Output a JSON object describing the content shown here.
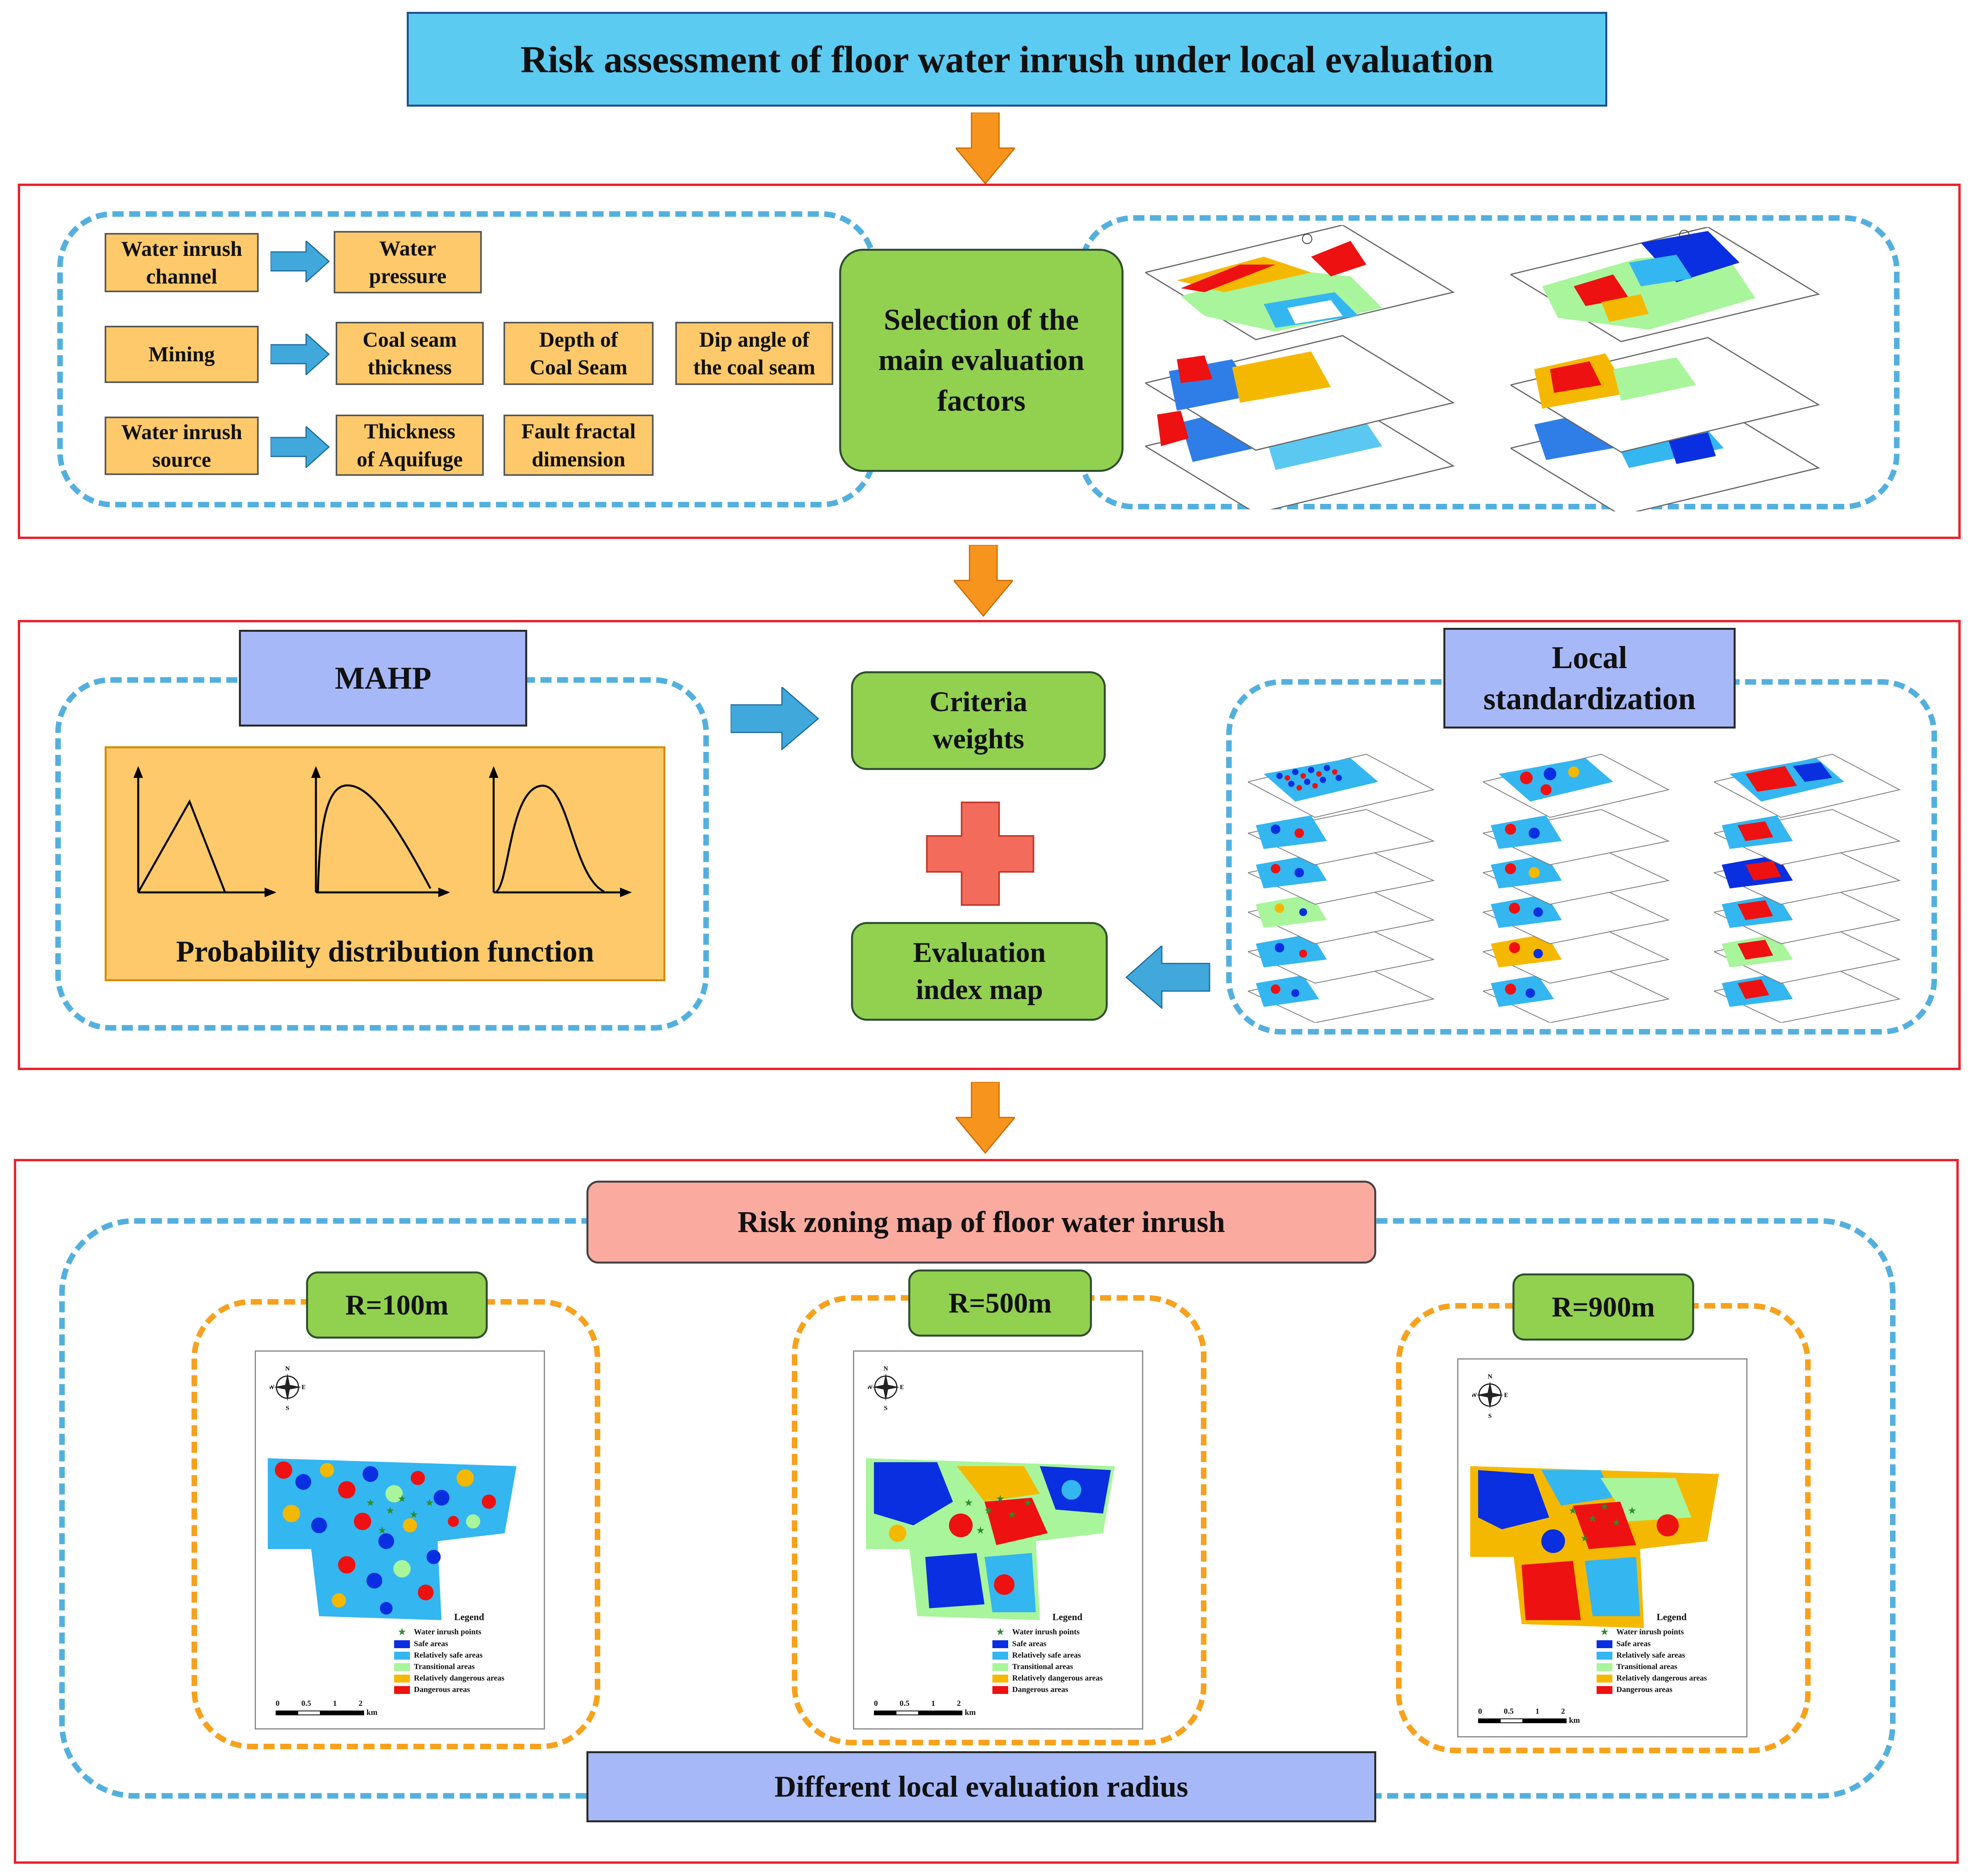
{
  "title": "Risk assessment of floor water inrush under local evaluation",
  "panel1": {
    "categories": [
      "Water inrush\nchannel",
      "Mining",
      "Water inrush\nsource"
    ],
    "factors": {
      "water_pressure": "Water\npressure",
      "coal_seam_thickness": "Coal seam\nthickness",
      "depth": "Depth of\nCoal Seam",
      "dip_angle": "Dip angle of\nthe coal seam",
      "aquifuge": "Thickness\nof Aquifuge",
      "fault": "Fault fractal\ndimension"
    },
    "selection_label": "Selection of the\nmain evaluation\nfactors"
  },
  "panel2": {
    "mahp_label": "MAHP",
    "pdf_caption": "Probability distribution function",
    "criteria_label": "Criteria\nweights",
    "index_map_label": "Evaluation\nindex map",
    "local_std_label": "Local\nstandardization"
  },
  "panel3": {
    "risk_map_label": "Risk zoning map of floor water inrush",
    "radius_label": "Different local evaluation radius",
    "radii": [
      "R=100m",
      "R=500m",
      "R=900m"
    ],
    "legend": {
      "title": "Legend",
      "items": [
        "Water inrush points",
        "Safe areas",
        "Relatively safe areas",
        "Transitional areas",
        "Relatively dangerous areas",
        "Dangerous areas"
      ],
      "colors": [
        "#2e8b2e",
        "#0a2fe0",
        "#34b6f0",
        "#a8f59b",
        "#f5b800",
        "#ee1111"
      ]
    },
    "scale": {
      "ticks": [
        "0",
        "0.5",
        "1",
        "2"
      ],
      "unit": "km"
    },
    "compass": {
      "n": "N",
      "s": "S",
      "e": "E",
      "w": "W"
    }
  },
  "colors": {
    "title_fill": "#5ccbf2",
    "panel_border": "#e8232d",
    "dash_blue": "#53b0de",
    "dash_orange": "#f7a11d",
    "arrow_orange": "#f7941d",
    "arrow_blue": "#41a8dc",
    "plus_red": "#f26b5b"
  }
}
